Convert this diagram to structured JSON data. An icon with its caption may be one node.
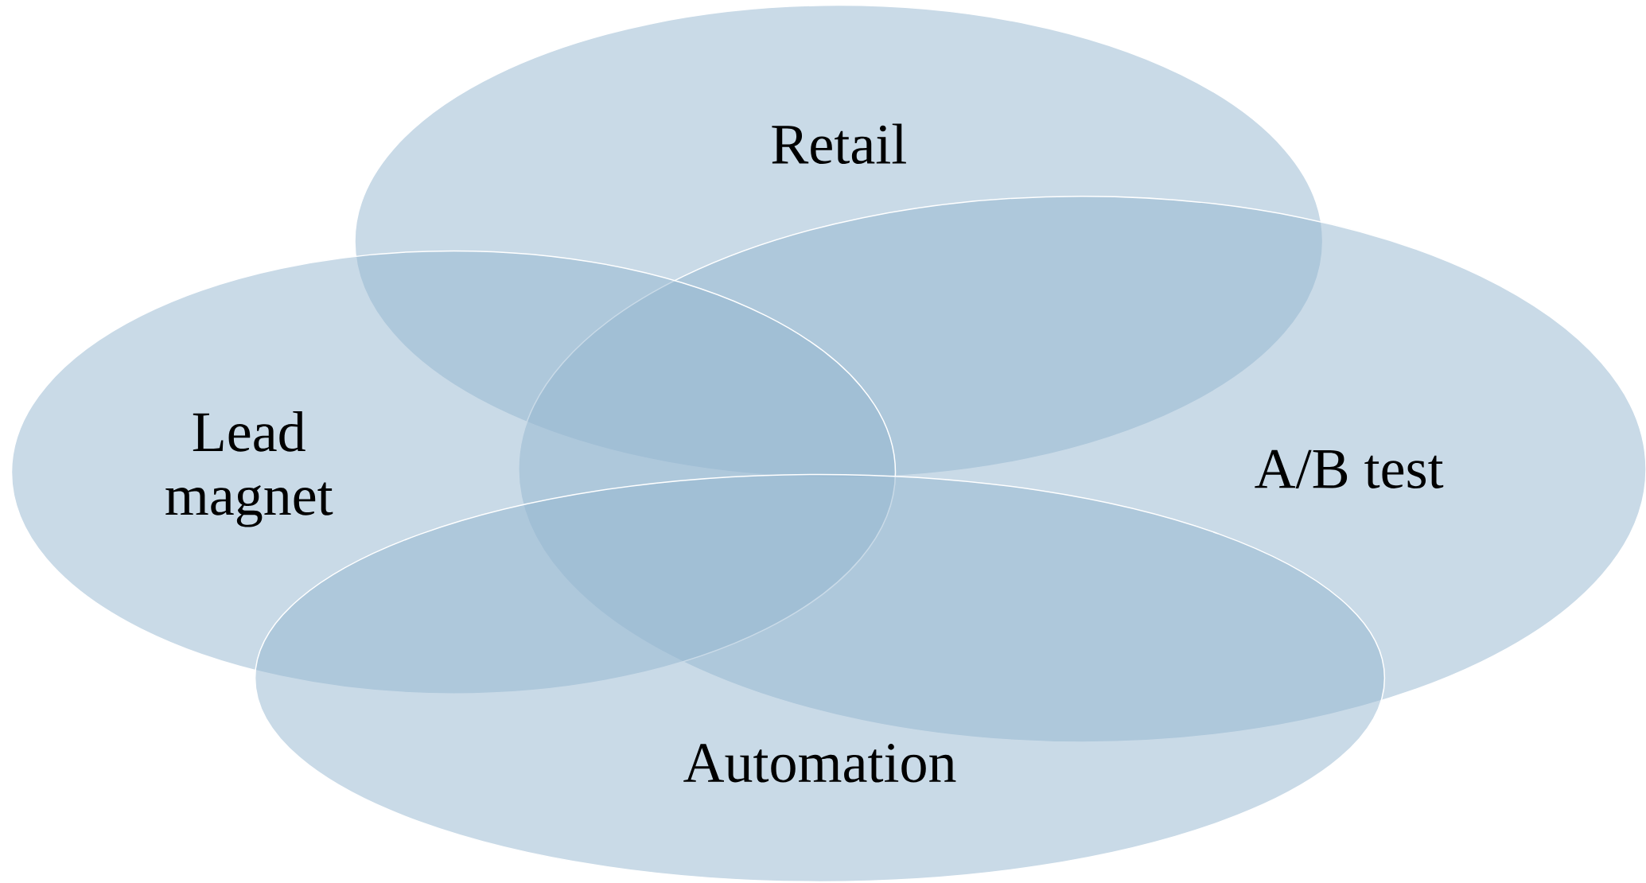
{
  "diagram": {
    "nodes": [
      {
        "text": [
          "Retail"
        ]
      },
      {
        "text": [
          "A/B test"
        ]
      },
      {
        "text": [
          "Lead magnet"
        ]
      },
      {
        "text": [
          "Automation"
        ]
      }
    ]
  }
}
